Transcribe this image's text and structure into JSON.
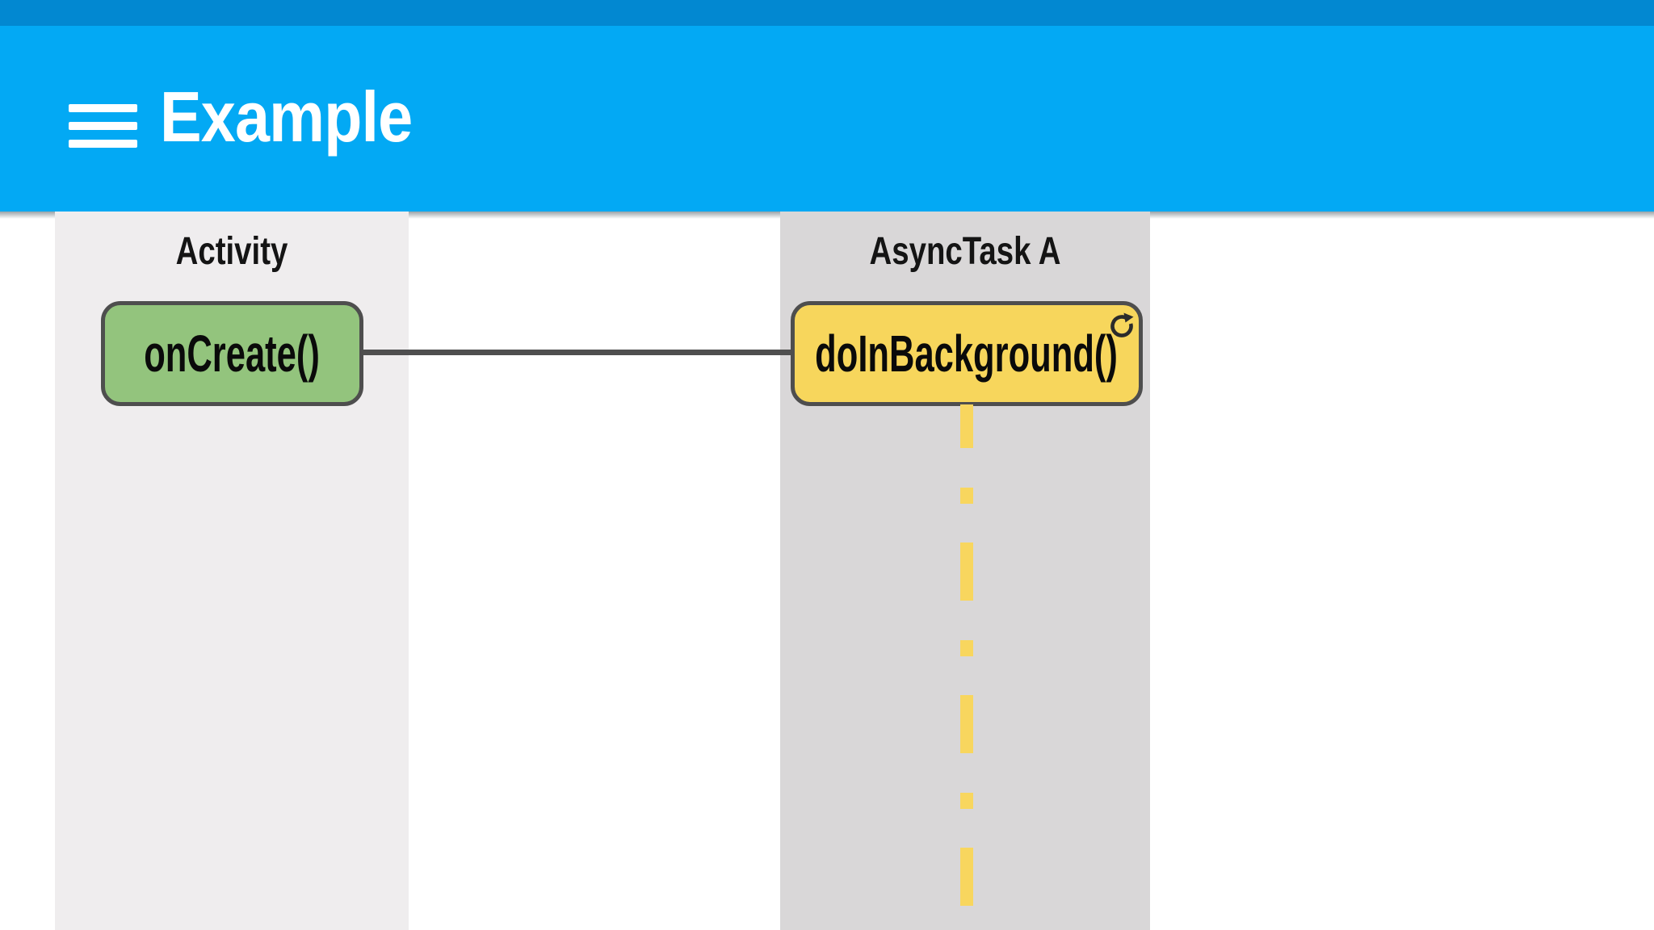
{
  "header": {
    "title": "Example",
    "menu_icon": "hamburger-menu-icon",
    "status_bar_color": "#0288D1",
    "bar_color": "#03A9F4",
    "title_color": "#FFFFFF"
  },
  "diagram": {
    "connector_color": "#4F4F4F",
    "lifeline_color": "#F8D65E",
    "node_border_color": "#4E4E4E",
    "lanes": [
      {
        "title": "Activity",
        "bg_color": "#EFEDEE",
        "node": {
          "label": "onCreate()",
          "fill_color": "#93C47D"
        }
      },
      {
        "title": "AsyncTask A",
        "bg_color": "#D9D7D8",
        "node": {
          "label": "doInBackground()",
          "fill_color": "#F7D65C",
          "icon": "refresh-icon"
        }
      }
    ]
  }
}
